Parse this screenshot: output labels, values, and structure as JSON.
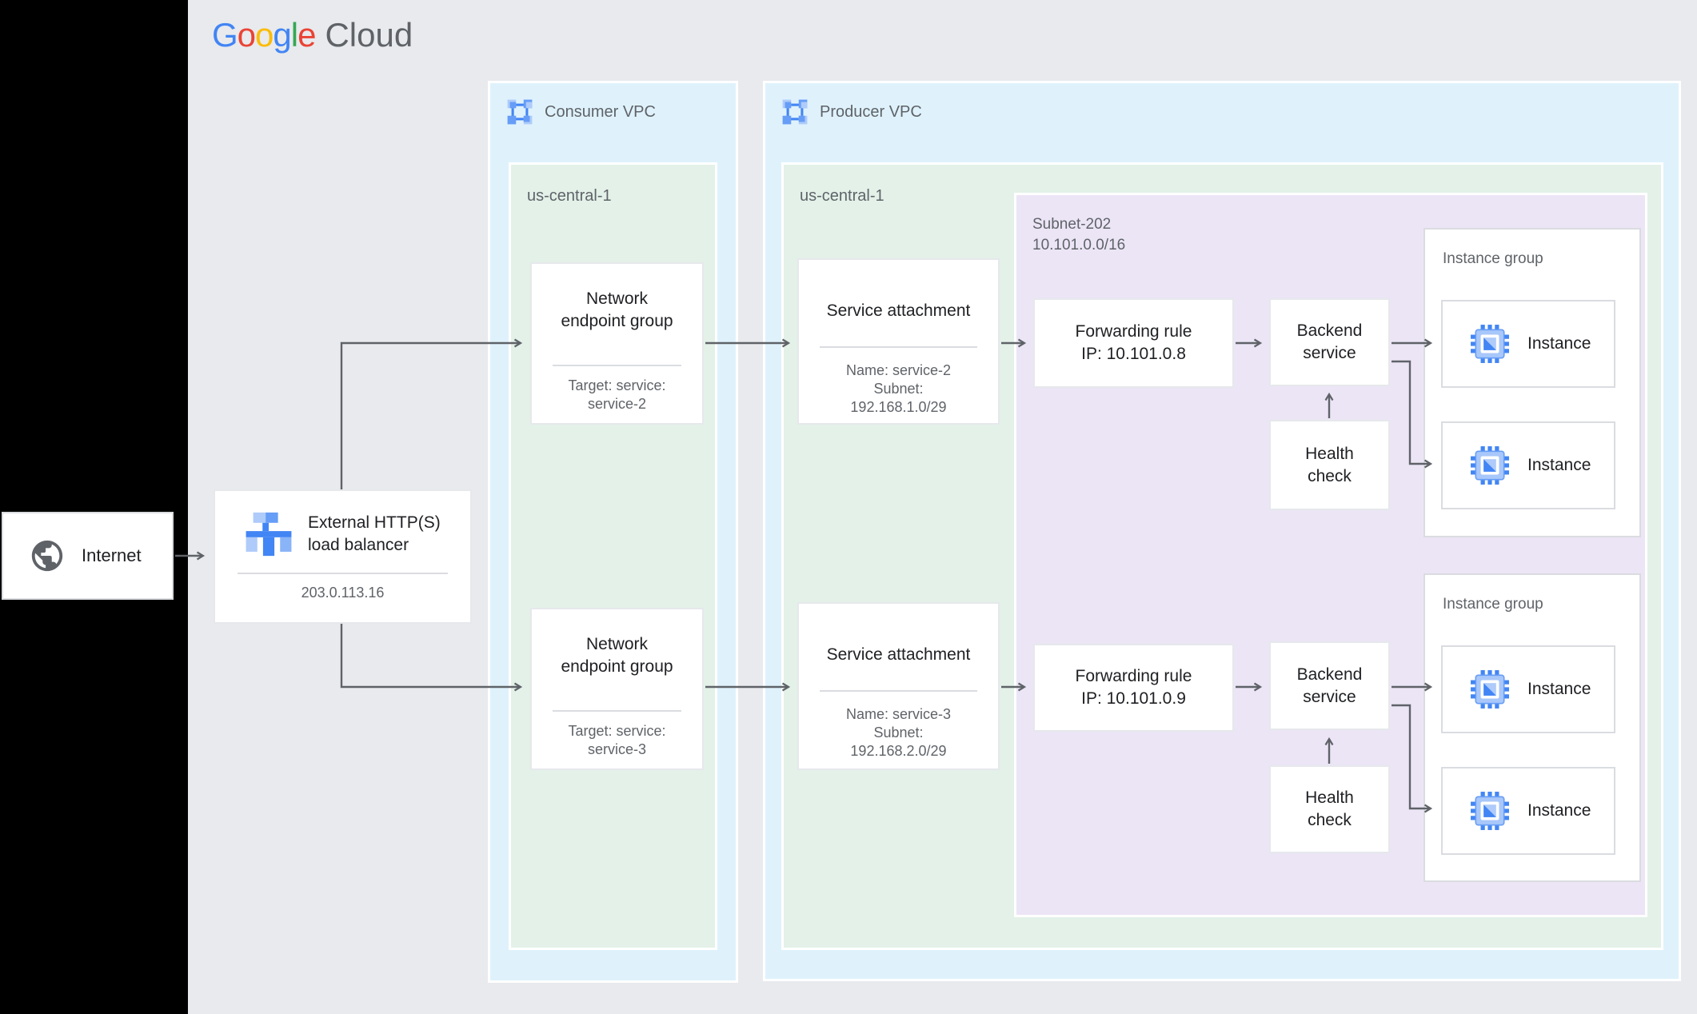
{
  "logo": {
    "g1": "G",
    "o1": "o",
    "o2": "o",
    "g2": "g",
    "l1": "l",
    "e1": "e",
    "cloud": "Cloud"
  },
  "colors": {
    "canvas": "#E8EAED",
    "vpc_blue": "#DFF2FC",
    "region_green": "#E3F1E9",
    "subnet_purple": "#ECE5F6",
    "accent_blue": "#4285F4",
    "icon_blue_mid": "#669DF6",
    "icon_blue_light": "#AECBFA",
    "text_primary": "#202124",
    "text_secondary": "#5F6368",
    "line": "#5F6368",
    "border": "#DADCE0"
  },
  "icons": {
    "vpc": "vpc-icon",
    "internet": "globe-icon",
    "load_balancer": "load-balancer-icon",
    "instance": "chip-icon"
  },
  "internet": {
    "label": "Internet"
  },
  "load_balancer": {
    "title1": "External HTTP(S)",
    "title2": "load balancer",
    "ip": "203.0.113.16"
  },
  "consumer_vpc": {
    "label": "Consumer VPC",
    "region_label": "us-central-1"
  },
  "producer_vpc": {
    "label": "Producer VPC",
    "region_label": "us-central-1"
  },
  "subnet": {
    "name": "Subnet-202",
    "cidr": "10.101.0.0/16"
  },
  "rows": [
    {
      "neg": {
        "title1": "Network",
        "title2": "endpoint group",
        "sub1": "Target: service:",
        "sub2": "service-2"
      },
      "sa": {
        "title": "Service attachment",
        "sub1": "Name: service-2",
        "sub2": "Subnet:",
        "sub3": "192.168.1.0/29"
      },
      "fr": {
        "line1": "Forwarding rule",
        "line2": "IP: 10.101.0.8"
      },
      "be": {
        "line1": "Backend",
        "line2": "service"
      },
      "hc": {
        "line1": "Health",
        "line2": "check"
      },
      "ig": {
        "label": "Instance group",
        "instances": [
          "Instance",
          "Instance"
        ]
      }
    },
    {
      "neg": {
        "title1": "Network",
        "title2": "endpoint group",
        "sub1": "Target: service:",
        "sub2": "service-3"
      },
      "sa": {
        "title": "Service attachment",
        "sub1": "Name: service-3",
        "sub2": "Subnet:",
        "sub3": "192.168.2.0/29"
      },
      "fr": {
        "line1": "Forwarding rule",
        "line2": "IP: 10.101.0.9"
      },
      "be": {
        "line1": "Backend",
        "line2": "service"
      },
      "hc": {
        "line1": "Health",
        "line2": "check"
      },
      "ig": {
        "label": "Instance group",
        "instances": [
          "Instance",
          "Instance"
        ]
      }
    }
  ]
}
